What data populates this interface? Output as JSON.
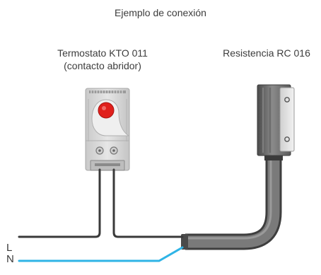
{
  "title": "Ejemplo de conexión",
  "thermostat": {
    "name": "Termostato KTO 011",
    "note": "(contacto abridor)"
  },
  "heater": {
    "name": "Resistencia RC 016"
  },
  "wires": {
    "live": "L",
    "neutral": "N",
    "live_color": "#3a3a3a",
    "neutral_color": "#2fb4e6"
  },
  "colors": {
    "thermostat_body": "#d8d8d8",
    "thermostat_knob": "#e0201c",
    "heater_block": "#6b6b6b",
    "cable_sheath": "#555555"
  }
}
